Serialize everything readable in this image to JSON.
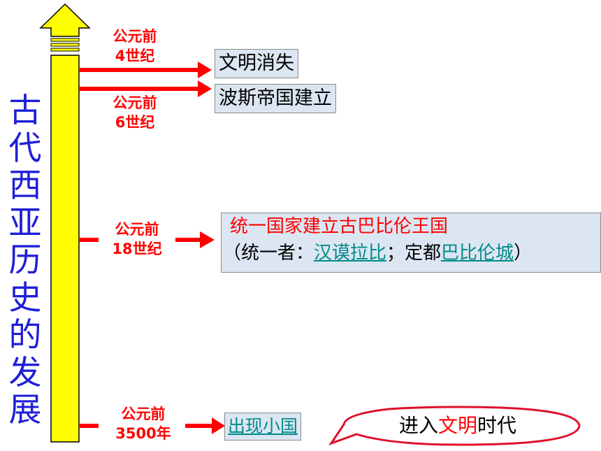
{
  "title": "古代西亚历史的发展",
  "timeline": [
    {
      "date_line1": "公元前",
      "date_line2": "4世纪",
      "event": "文明消失"
    },
    {
      "date_line1": "公元前",
      "date_line2": "6世纪",
      "event": "波斯帝国建立"
    },
    {
      "date_line1": "公元前",
      "date_line2": "18世纪",
      "event_main": "统一国家建立古巴比伦王国",
      "detail": {
        "open": "（统一者：",
        "unifier": "汉谟拉比",
        "sep": "；定都",
        "capital": "巴比伦城",
        "close": "）"
      }
    },
    {
      "date_line1": "公元前",
      "date_line2": "3500年",
      "event": "出现小国"
    }
  ],
  "callout": {
    "prefix": "进入",
    "highlight": "文明",
    "suffix": "时代"
  },
  "colors": {
    "axis_fill": "#ffff00",
    "arrow": "#ff0000",
    "title": "#1f1fd6",
    "box_fill": "#dce6f2",
    "link": "#008b8b"
  }
}
